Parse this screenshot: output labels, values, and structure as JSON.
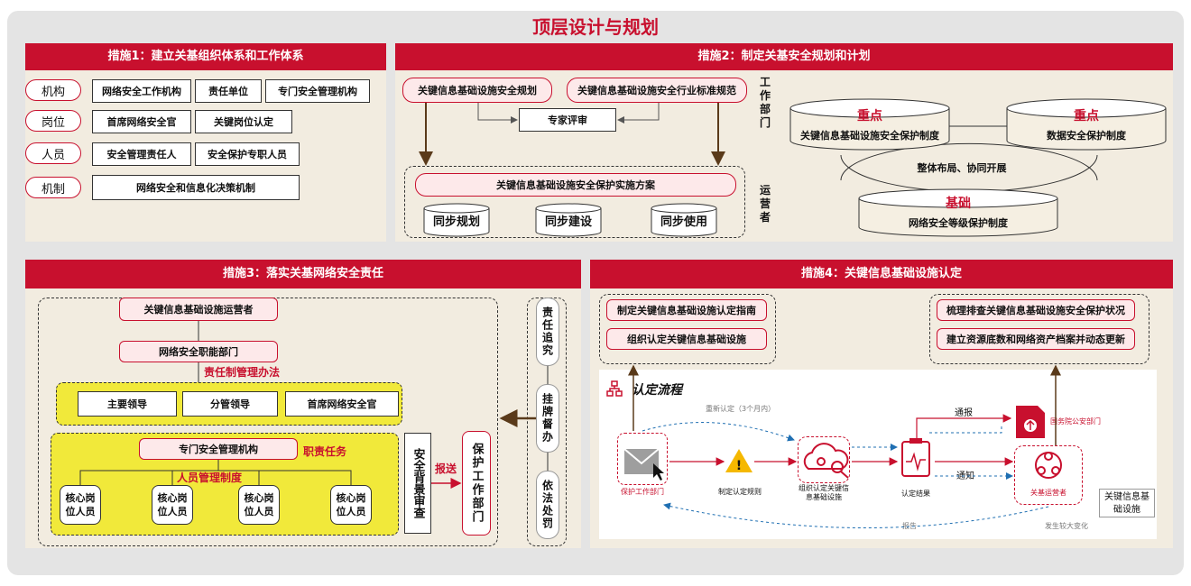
{
  "main_title": "顶层设计与规划",
  "m1": {
    "header": "措施1：建立关基组织体系和工作体系",
    "rows": [
      {
        "label": "机构",
        "items": [
          "网络安全工作机构",
          "责任单位",
          "专门安全管理机构"
        ]
      },
      {
        "label": "岗位",
        "items": [
          "首席网络安全官",
          "关键岗位认定"
        ]
      },
      {
        "label": "人员",
        "items": [
          "安全管理责任人",
          "安全保护专职人员"
        ]
      },
      {
        "label": "机制",
        "items": [
          "网络安全和信息化决策机制"
        ]
      }
    ]
  },
  "m2": {
    "header": "措施2：制定关基安全规划和计划",
    "plan": "关键信息基础设施安全规划",
    "standard": "关键信息基础设施安全行业标准规范",
    "review": "专家评审",
    "dept_label": "工作部门",
    "operator_label": "运营者",
    "implementation": "关键信息基础设施安全保护实施方案",
    "sync": [
      "同步规划",
      "同步建设",
      "同步使用"
    ],
    "focus1_title": "重点",
    "focus1_text": "关键信息基础设施安全保护制度",
    "focus2_title": "重点",
    "focus2_text": "数据安全保护制度",
    "middle_text": "整体布局、协同开展",
    "base_title": "基础",
    "base_text": "网络安全等级保护制度"
  },
  "m3": {
    "header": "措施3：落实关基网络安全责任",
    "operator": "关键信息基础设施运营者",
    "function_dept": "网络安全职能部门",
    "resp_mgmt": "责任制管理办法",
    "leaders": [
      "主要领导",
      "分管领导",
      "首席网络安全官"
    ],
    "special_org": "专门安全管理机构",
    "duty": "职责任务",
    "personnel_mgmt": "人员管理制度",
    "core_staff": [
      "核心岗位人员",
      "核心岗位人员",
      "核心岗位人员",
      "核心岗位人员"
    ],
    "bg_check": "安全背景审查",
    "report": "报送",
    "protect_dept": "保护工作部门",
    "right_items": [
      "责任追究",
      "挂牌督办",
      "依法处罚"
    ]
  },
  "m4": {
    "header": "措施4：关键信息基础设施认定",
    "left_items": [
      "制定关键信息基础设施认定指南",
      "组织认定关键信息基础设施"
    ],
    "right_items": [
      "梳理排查关键信息基础设施安全保护状况",
      "建立资源底数和网络资产档案并动态更新"
    ],
    "flow_title": "认定流程",
    "recheck": "重新认定（3个月内）",
    "nodes": [
      "保护工作部门",
      "制定认定规则",
      "组织认定关键信息基础设施",
      "认定结果",
      "关基运营者"
    ],
    "public_security": "国务院公安部门",
    "notify1": "通报",
    "notify2": "通知",
    "report_back": "报告",
    "big_change": "发生较大变化",
    "kii_label": "关键信息基础设施"
  },
  "colors": {
    "accent": "#c8102e",
    "panel": "#f2ece0",
    "yellow": "#f1e93a"
  }
}
